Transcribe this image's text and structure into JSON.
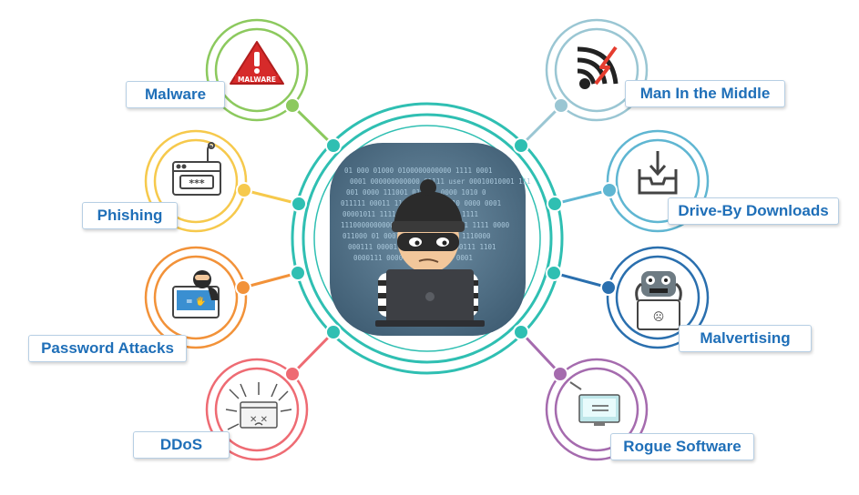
{
  "center": {
    "icon": "hacker-with-laptop"
  },
  "items": [
    {
      "id": "malware",
      "label": "Malware",
      "icon": "malware-warning-icon",
      "color": "#8cc95e"
    },
    {
      "id": "phishing",
      "label": "Phishing",
      "icon": "phishing-hook-icon",
      "color": "#f6c94c"
    },
    {
      "id": "password-attacks",
      "label": "Password Attacks",
      "icon": "password-thief-icon",
      "color": "#f29239"
    },
    {
      "id": "ddos",
      "label": "DDoS",
      "icon": "ddos-attack-icon",
      "color": "#ee6b73"
    },
    {
      "id": "man-in-the-middle",
      "label": "Man In the Middle",
      "icon": "wifi-intercept-icon",
      "color": "#9ac6d3"
    },
    {
      "id": "drive-by-downloads",
      "label": "Drive-By Downloads",
      "icon": "download-tray-icon",
      "color": "#5fb6d2"
    },
    {
      "id": "malvertising",
      "label": "Malvertising",
      "icon": "malvertising-robot-icon",
      "color": "#2a6fae"
    },
    {
      "id": "rogue-software",
      "label": "Rogue Software",
      "icon": "rogue-software-icon",
      "color": "#a56bae"
    }
  ],
  "colors": {
    "teal": "#2fbfb2",
    "label_text": "#1f6fb8",
    "label_border": "#b7cfe4"
  }
}
